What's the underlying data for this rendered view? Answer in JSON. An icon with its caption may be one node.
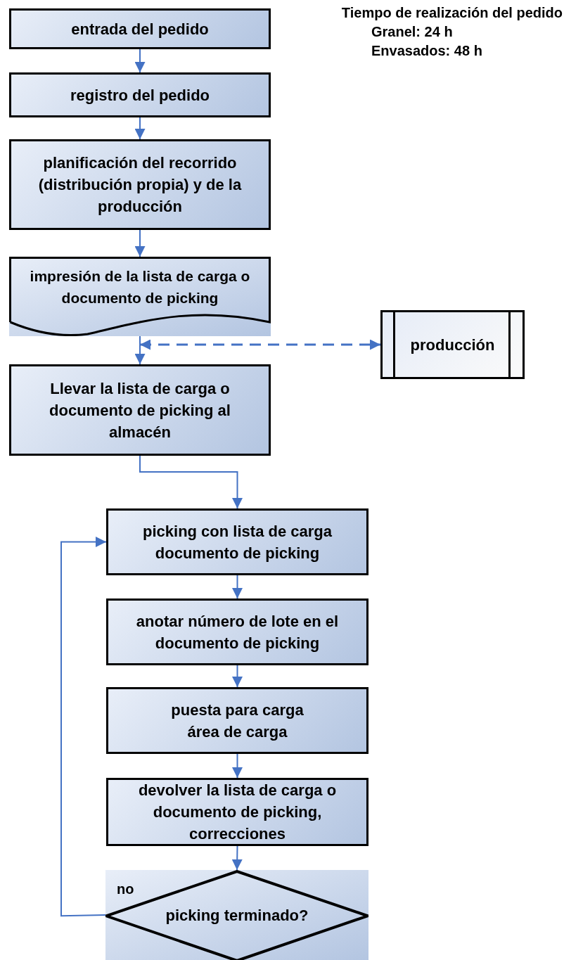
{
  "diagram": {
    "title": "Tiempo de realización del pedido",
    "nodes": [
      {
        "text": [
          "entrada del pedido"
        ]
      },
      {
        "text": [
          "registro del pedido"
        ]
      },
      {
        "text": [
          "planificación del recorrido (distribución propia) y de la producción"
        ]
      },
      {
        "text": [
          "impresión de la lista de carga o documento de picking"
        ]
      },
      {
        "text": [
          "producción"
        ]
      },
      {
        "text": [
          "Llevar la lista de carga o documento de picking al almacén"
        ]
      },
      {
        "text": [
          "picking con lista de carga documento de picking"
        ]
      },
      {
        "text": [
          "anotar número de lote en el documento de picking"
        ]
      },
      {
        "text": [
          "puesta para carga área de carga"
        ]
      },
      {
        "text": [
          "devolver la lista de carga o documento de picking, correcciones"
        ]
      },
      {
        "text": [
          "picking terminado?"
        ]
      }
    ],
    "edges": [
      {
        "from": 0,
        "to": 1,
        "arrow": "to"
      },
      {
        "from": 1,
        "to": 2,
        "arrow": "to"
      },
      {
        "from": 2,
        "to": 3,
        "arrow": "to"
      },
      {
        "from": 3,
        "to": 5,
        "arrow": "to"
      },
      {
        "from": 3,
        "to": 4,
        "arrow": "both",
        "style": "dashed"
      },
      {
        "from": 5,
        "to": 6,
        "arrow": "to"
      },
      {
        "from": 6,
        "to": 7,
        "arrow": "to"
      },
      {
        "from": 7,
        "to": 8,
        "arrow": "to"
      },
      {
        "from": 8,
        "to": 9,
        "arrow": "to"
      },
      {
        "from": 9,
        "to": 10,
        "arrow": "to"
      },
      {
        "from": 10,
        "to": 6,
        "arrow": "to",
        "label": "no"
      }
    ],
    "labels": [
      "Granel: 24 h",
      "Envasados: 48 h"
    ]
  }
}
